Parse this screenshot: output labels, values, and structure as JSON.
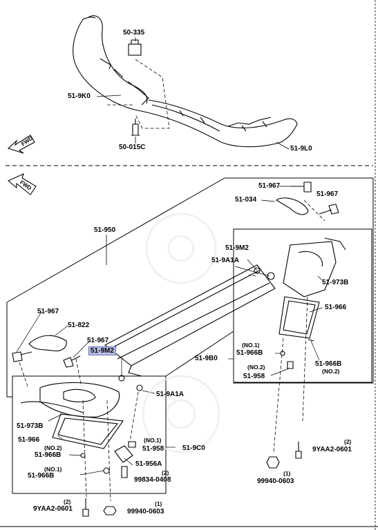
{
  "labels": {
    "l_50_335": "50-335",
    "l_51_9k0": "51-9K0",
    "l_50_015c": "50-015C",
    "l_51_9l0": "51-9L0",
    "fwd_top": "FWD",
    "fwd_mid": "FWD",
    "l_51_967_a": "51-967",
    "l_51_034": "51-034",
    "l_51_967_b": "51-967",
    "l_51_950": "51-950",
    "l_51_9m2_a": "51-9M2",
    "l_51_9a1a_a": "51-9A1A",
    "l_51_973b_a": "51-973B",
    "l_51_966_a": "51-966",
    "l_no1_a": "(NO.1)",
    "l_51_966b_a": "51-966B",
    "l_51_9b0": "51-9B0",
    "l_no2_a": "(NO.2)",
    "l_51_958_a": "51-958",
    "l_51_966b_b": "51-966B",
    "l_no2_b": "(NO.2)",
    "l_51_967_c": "51-967",
    "l_51_822": "51-822",
    "l_51_967_d": "51-967",
    "l_51_9m2_b": "51-9M2",
    "l_51_9a1a_b": "51-9A1A",
    "l_51_973b_b": "51-973B",
    "l_51_966_b": "51-966",
    "l_no2_c": "(NO.2)",
    "l_51_966b_c": "51-966B",
    "l_no1_b": "(NO.1)",
    "l_51_966b_d": "51-966B",
    "l_no1_c": "(NO.1)",
    "l_51_958_b": "51-958",
    "l_51_956a": "51-956A",
    "l_2_a": "(2)",
    "l_99834": "99834-0408",
    "l_51_9c0": "51-9C0",
    "l_2_b": "(2)",
    "l_9yaa2_a": "9YAA2-0601",
    "l_1_a": "(1)",
    "l_99940_a": "99940-0603",
    "l_2_c": "(2)",
    "l_9yaa2_b": "9YAA2-0601",
    "l_1_b": "(1)",
    "l_99940_b": "99940-0603"
  },
  "highlight_color": "#b7bde6"
}
